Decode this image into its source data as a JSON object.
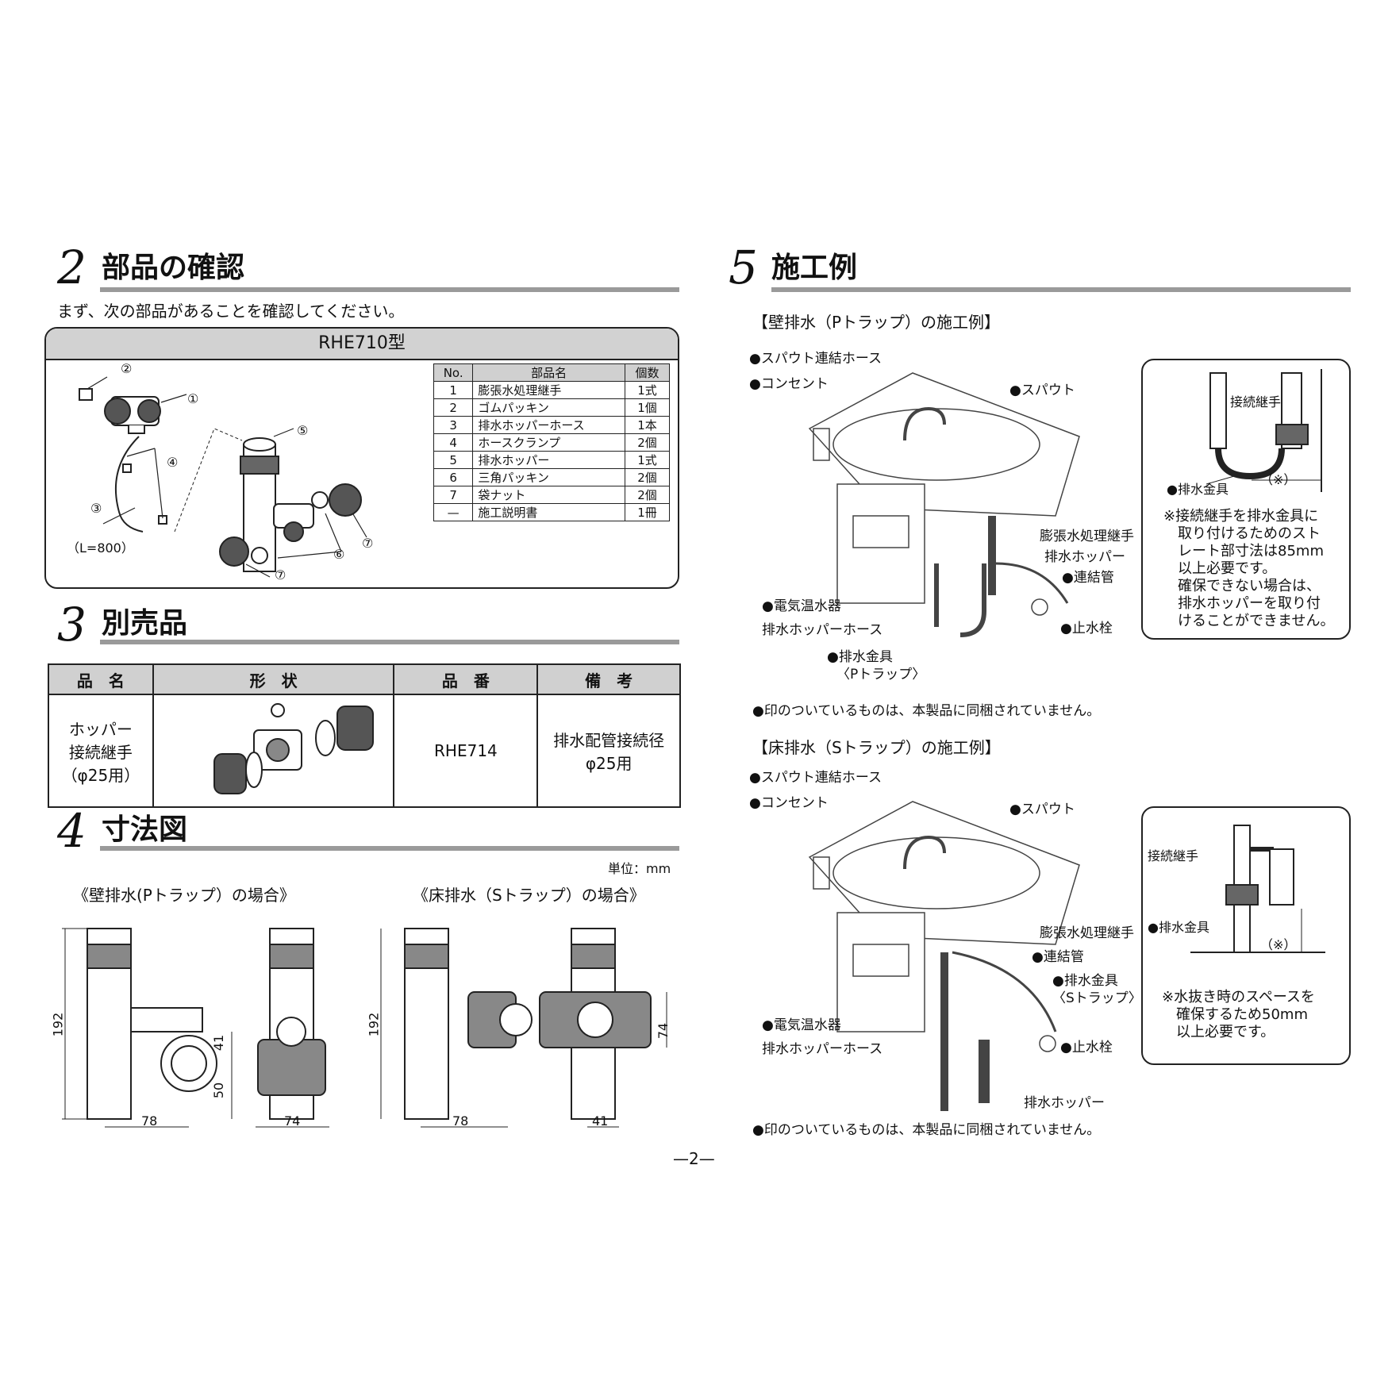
{
  "sections": {
    "parts_check": {
      "num": "2",
      "title": "部品の確認",
      "intro": "まず、次の部品があることを確認してください。"
    },
    "optional": {
      "num": "3",
      "title": "別売品"
    },
    "dimensions": {
      "num": "4",
      "title": "寸法図"
    },
    "examples": {
      "num": "5",
      "title": "施工例"
    }
  },
  "parts_box": {
    "model_title": "RHE710型",
    "hose_length": "（L=800）",
    "callout_nums": [
      "①",
      "②",
      "③",
      "④",
      "⑤",
      "⑥",
      "⑦"
    ],
    "table_headers": [
      "No.",
      "部品名",
      "個数"
    ],
    "rows": [
      [
        "1",
        "膨張水処理継手",
        "1式"
      ],
      [
        "2",
        "ゴムパッキン",
        "1個"
      ],
      [
        "3",
        "排水ホッパーホース",
        "1本"
      ],
      [
        "4",
        "ホースクランプ",
        "2個"
      ],
      [
        "5",
        "排水ホッパー",
        "1式"
      ],
      [
        "6",
        "三角パッキン",
        "2個"
      ],
      [
        "7",
        "袋ナット",
        "2個"
      ],
      [
        "—",
        "施工説明書",
        "1冊"
      ]
    ]
  },
  "optional_table": {
    "headers": [
      "品　名",
      "形　状",
      "品　番",
      "備　考"
    ],
    "row": {
      "name": [
        "ホッパー",
        "接続継手",
        "（φ25用）"
      ],
      "code": "RHE714",
      "note": [
        "排水配管接続径",
        "φ25用"
      ]
    }
  },
  "dimension_fig": {
    "unit": "単位：mm",
    "wall_caption": "《壁排水(Pトラップ）の場合》",
    "floor_caption": "《床排水（Sトラップ）の場合》",
    "dims": {
      "h192": "192",
      "w78": "78",
      "d41": "41",
      "d50": "50",
      "w74": "74",
      "d74": "74",
      "d41b": "41"
    }
  },
  "example_p": {
    "heading": "【壁排水（Pトラップ）の施工例】",
    "labels": {
      "spout_hose": "●スパウト連結ホース",
      "outlet": "●コンセント",
      "spout": "●スパウト",
      "joint": "膨張水処理継手",
      "hopper": "排水ホッパー",
      "pipe": "●連結管",
      "heater": "●電気温水器",
      "stop": "●止水栓",
      "hopper_hose": "排水ホッパーホース",
      "drain": "●排水金具",
      "trap": "〈Pトラップ〉"
    },
    "detail": {
      "joint": "接続継手",
      "drain": "●排水金具",
      "mark": "（※）",
      "note": [
        "※接続継手を排水金具に",
        "取り付けるためのスト",
        "レート部寸法は85mm",
        "以上必要です。",
        "確保できない場合は、",
        "排水ホッパーを取り付",
        "けることができません。"
      ]
    },
    "footnote": "●印のついているものは、本製品に同梱されていません。"
  },
  "example_s": {
    "heading": "【床排水（Sトラップ）の施工例】",
    "labels": {
      "spout_hose": "●スパウト連結ホース",
      "outlet": "●コンセント",
      "spout": "●スパウト",
      "joint": "膨張水処理継手",
      "pipe": "●連結管",
      "drain": "●排水金具",
      "trap": "〈Sトラップ〉",
      "heater": "●電気温水器",
      "stop": "●止水栓",
      "hopper_hose": "排水ホッパーホース",
      "hopper": "排水ホッパー"
    },
    "detail": {
      "joint": "接続継手",
      "drain": "●排水金具",
      "mark": "（※）",
      "note": [
        "※水抜き時のスペースを",
        "確保するため50mm",
        "以上必要です。"
      ]
    },
    "footnote": "●印のついているものは、本製品に同梱されていません。"
  },
  "page_number": "—2—"
}
